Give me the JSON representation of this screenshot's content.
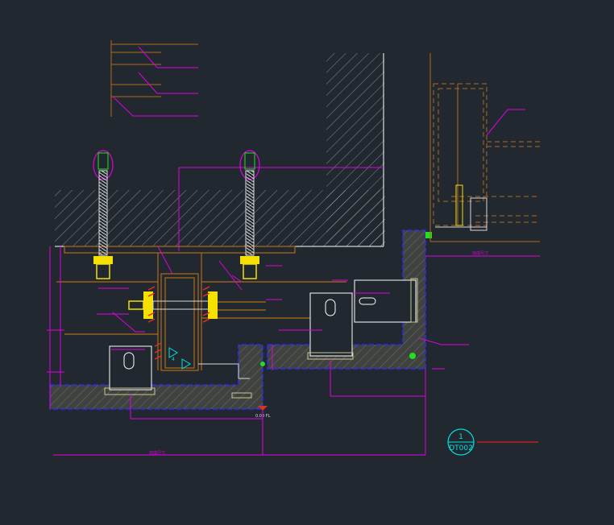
{
  "drawing": {
    "background_color": "#212830",
    "colors": {
      "dimension": "#e000e0",
      "concrete": "#d8d8d8",
      "steel": "#b06a1a",
      "bolt": "#f5e000",
      "bolt_shank": "#d8d8d8",
      "weld": "#e03020",
      "panel_outline": "#ffffff",
      "blue_outline": "#2a2aff",
      "stone_fill": "#6a6a60",
      "green_mark": "#20e020",
      "cyan_mark": "#00e0e0",
      "detail_line": "#e02020"
    },
    "labels": {
      "overall_dimension": "完成尺寸",
      "right_dimension": "完成尺寸",
      "floor_level": "0.00 FL",
      "small_arrow": "4"
    },
    "detail_callout": {
      "number": "1",
      "sheet": "DT002"
    }
  }
}
